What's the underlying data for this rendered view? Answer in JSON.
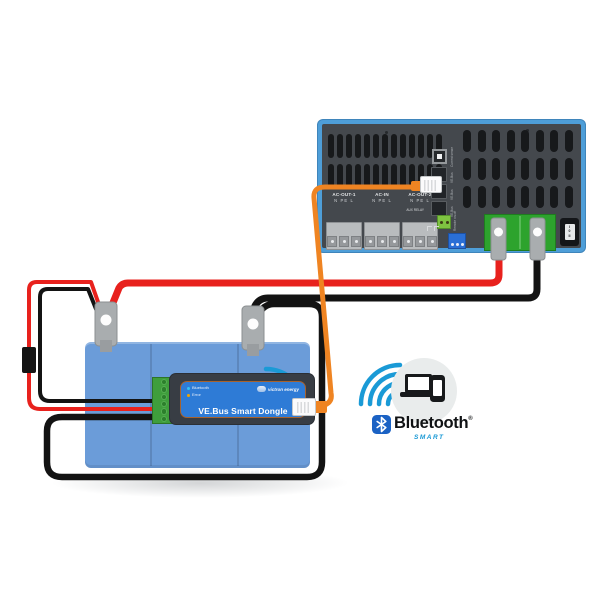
{
  "colors": {
    "cable_positive": "#e8211d",
    "cable_negative": "#131313",
    "cable_vebus_orange": "#ef8422",
    "wave_blue": "#1a9ad6",
    "inverter_frame_blue": "#4e9ed8",
    "inverter_panel": "#44484d",
    "battery_blue": "#6b9cd9",
    "battery_terminal_green": "#2da32d",
    "dongle_label_blue": "#2e7bd6",
    "bluetooth_logo_blue": "#1b62c4",
    "smart_text_blue": "#1798d5"
  },
  "inverter": {
    "ac_terminals": [
      {
        "label": "AC-OUT-1",
        "pins": "N PE L"
      },
      {
        "label": "AC-IN",
        "pins": "N PE L"
      },
      {
        "label": "AC-OUT-2",
        "pins": "N PE L"
      }
    ],
    "port_labels": [
      "Current sense",
      "VE.Bus",
      "VE.Bus",
      "VE.Bus",
      "Remote on-off"
    ],
    "aux_label": "AUX RELAY",
    "power_switch": {
      "on": "I",
      "off": "0",
      "charger": "II"
    }
  },
  "dongle": {
    "led_bluetooth": "Bluetooth",
    "led_error": "Error",
    "brand": "victron energy",
    "title": "VE.Bus Smart Dongle"
  },
  "bluetooth_badge": {
    "wordmark": "Bluetooth",
    "registered": "®",
    "smart": "SMART"
  }
}
